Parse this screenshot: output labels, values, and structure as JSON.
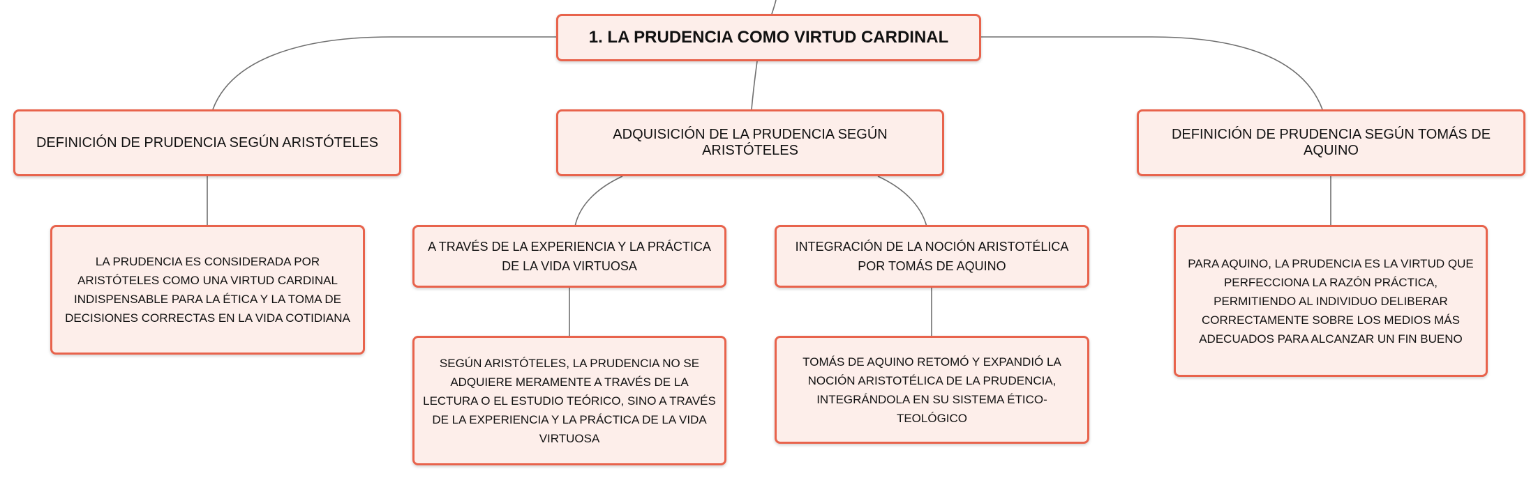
{
  "colors": {
    "node_fill": "#fdeeea",
    "node_border": "#e8634c",
    "connector": "#6f6f6f"
  },
  "root": {
    "label": "1. LA PRUDENCIA COMO VIRTUD CARDINAL"
  },
  "branches": [
    {
      "label": "DEFINICIÓN DE PRUDENCIA SEGÚN ARISTÓTELES",
      "children": [
        {
          "label": "LA PRUDENCIA ES CONSIDERADA POR ARISTÓTELES COMO UNA VIRTUD CARDINAL INDISPENSABLE PARA LA ÉTICA Y LA TOMA DE DECISIONES CORRECTAS EN LA VIDA COTIDIANA"
        }
      ]
    },
    {
      "label": "ADQUISICIÓN DE LA PRUDENCIA SEGÚN ARISTÓTELES",
      "children": [
        {
          "label": "A TRAVÉS DE LA EXPERIENCIA Y LA PRÁCTICA DE LA VIDA VIRTUOSA",
          "children": [
            {
              "label": "SEGÚN ARISTÓTELES, LA PRUDENCIA NO SE ADQUIERE MERAMENTE A TRAVÉS DE LA LECTURA O EL ESTUDIO TEÓRICO, SINO A TRAVÉS DE LA EXPERIENCIA Y LA PRÁCTICA DE LA VIDA VIRTUOSA"
            }
          ]
        },
        {
          "label": "INTEGRACIÓN DE LA NOCIÓN ARISTOTÉLICA POR TOMÁS DE AQUINO",
          "children": [
            {
              "label": "TOMÁS DE AQUINO RETOMÓ Y EXPANDIÓ LA NOCIÓN ARISTOTÉLICA DE LA PRUDENCIA, INTEGRÁNDOLA EN SU SISTEMA ÉTICO-TEOLÓGICO"
            }
          ]
        }
      ]
    },
    {
      "label": "DEFINICIÓN DE PRUDENCIA SEGÚN TOMÁS DE AQUINO",
      "children": [
        {
          "label": "PARA AQUINO, LA PRUDENCIA ES LA VIRTUD QUE PERFECCIONA LA RAZÓN PRÁCTICA, PERMITIENDO AL INDIVIDUO DELIBERAR CORRECTAMENTE SOBRE LOS MEDIOS MÁS ADECUADOS PARA ALCANZAR UN FIN BUENO"
        }
      ]
    }
  ]
}
